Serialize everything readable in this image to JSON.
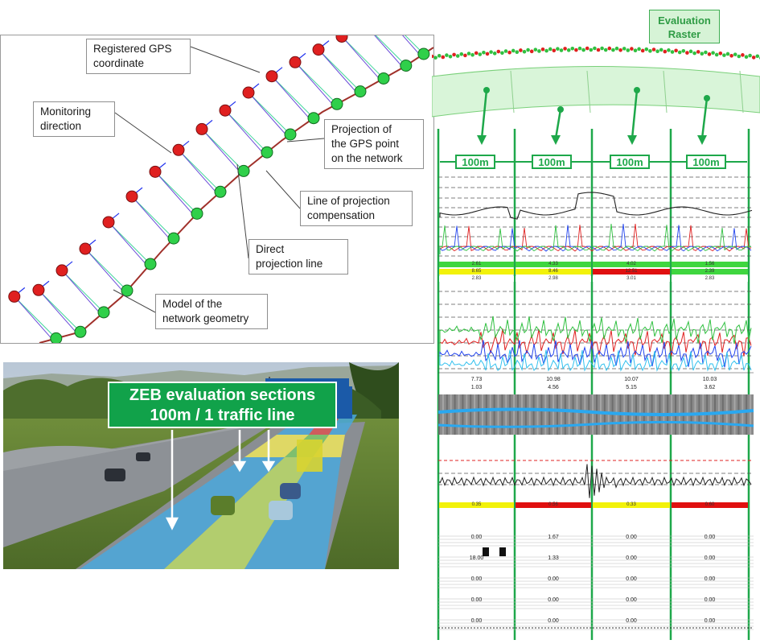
{
  "gps_diagram": {
    "callouts": {
      "registered_gps": "Registered GPS\ncoordinate",
      "monitoring_direction": "Monitoring\ndirection",
      "projection_of_gps": "Projection of\nthe GPS point\non the network",
      "line_of_compensation": "Line of projection\ncompensation",
      "direct_projection": "Direct\nprojection line",
      "model_network": "Model of the\nnetwork geometry"
    },
    "colors": {
      "gps_point": "#e02020",
      "network_point": "#2fd04a",
      "road": "#a0302a",
      "direction_arrow": "#2233ee",
      "compensation_line": "#3fd69a",
      "direct_line": "#6a4bd8"
    }
  },
  "photo": {
    "label_line1": "ZEB evaluation sections",
    "label_line2": "100m / 1 traffic line"
  },
  "raster": {
    "title_line1": "Evaluation",
    "title_line2": "Raster",
    "segment_labels": [
      "100m",
      "100m",
      "100m",
      "100m"
    ],
    "index_rows": [
      {
        "values": [
          "2.61",
          "4.33",
          "4.02",
          "1.56"
        ],
        "colors": [
          "#3fd63f",
          "#3fd63f",
          "#3fd63f",
          "#3fd63f"
        ]
      },
      {
        "values": [
          "8.65",
          "8.46",
          "12.51",
          "2.39"
        ],
        "colors": [
          "#f2f20a",
          "#f2f20a",
          "#e01010",
          "#3fd63f"
        ]
      },
      {
        "values": [
          "2.83",
          "2.98",
          "3.01",
          "2.83"
        ],
        "colors": [
          "#ffffff",
          "#ffffff",
          "#ffffff",
          "#ffffff"
        ]
      }
    ],
    "mid_values": [
      [
        "7.73",
        "10.98",
        "10.07",
        "10.03"
      ],
      [
        "1.03",
        "4.56",
        "5.15",
        "3.62"
      ]
    ],
    "lower_row": {
      "values": [
        "0.35",
        "0.56",
        "0.33",
        "0.60"
      ],
      "colors": [
        "#f2f20a",
        "#e01010",
        "#f2f20a",
        "#e01010"
      ]
    },
    "bottom_values": [
      [
        "0.00",
        "1.67",
        "0.00",
        "0.00"
      ],
      [
        "18.00",
        "1.33",
        "0.00",
        "0.00"
      ],
      [
        "0.00",
        "0.00",
        "0.00",
        "0.00"
      ],
      [
        "0.00",
        "0.00",
        "0.00",
        "0.00"
      ],
      [
        "0.00",
        "0.00",
        "0.00",
        "0.00"
      ]
    ],
    "colors": {
      "accent": "#1ea84a",
      "red": "#e01010",
      "yellow": "#f2f20a",
      "green": "#3fd63f"
    }
  }
}
